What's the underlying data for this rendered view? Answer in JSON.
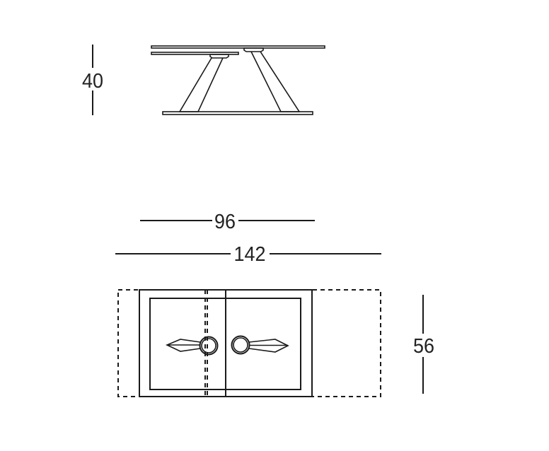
{
  "drawing": {
    "side_view": {
      "height_label": "40"
    },
    "top_view": {
      "closed_length_label": "96",
      "extended_length_label": "142",
      "depth_label": "56"
    },
    "line_color": "#1a1a1a"
  }
}
